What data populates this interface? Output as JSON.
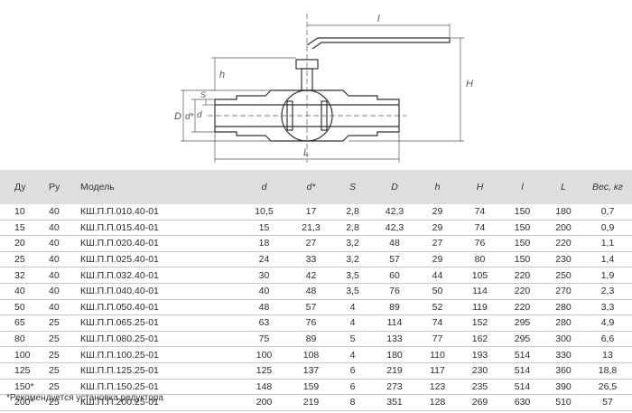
{
  "drawing": {
    "labels": {
      "l": "l",
      "H": "H",
      "h": "h",
      "D": "D",
      "d_star": "d*",
      "d": "d",
      "S": "S",
      "L": "L"
    }
  },
  "table": {
    "headers": [
      "Ду",
      "Ру",
      "Модель",
      "d",
      "d*",
      "S",
      "D",
      "h",
      "H",
      "l",
      "L",
      "Вес, кг"
    ],
    "rows": [
      [
        "10",
        "40",
        "КШ.П.П.010.40-01",
        "10,5",
        "17",
        "2,8",
        "42,3",
        "29",
        "74",
        "150",
        "180",
        "0,7"
      ],
      [
        "15",
        "40",
        "КШ.П.П.015.40-01",
        "15",
        "21,3",
        "2,8",
        "42,3",
        "29",
        "74",
        "150",
        "200",
        "0,9"
      ],
      [
        "20",
        "40",
        "КШ.П.П.020.40-01",
        "18",
        "27",
        "3,2",
        "48",
        "27",
        "76",
        "150",
        "220",
        "1,1"
      ],
      [
        "25",
        "40",
        "КШ.П.П.025.40-01",
        "24",
        "33",
        "3,2",
        "57",
        "29",
        "80",
        "150",
        "230",
        "1,4"
      ],
      [
        "32",
        "40",
        "КШ.П.П.032.40-01",
        "30",
        "42",
        "3,5",
        "60",
        "44",
        "105",
        "220",
        "250",
        "1,9"
      ],
      [
        "40",
        "40",
        "КШ.П.П.040.40-01",
        "40",
        "48",
        "3,5",
        "76",
        "50",
        "114",
        "220",
        "270",
        "2,3"
      ],
      [
        "50",
        "40",
        "КШ.П.П.050.40-01",
        "48",
        "57",
        "4",
        "89",
        "52",
        "119",
        "220",
        "280",
        "3,3"
      ],
      [
        "65",
        "25",
        "КШ.П.П.065.25-01",
        "63",
        "76",
        "4",
        "114",
        "74",
        "152",
        "295",
        "280",
        "4,9"
      ],
      [
        "80",
        "25",
        "КШ.П.П.080.25-01",
        "75",
        "89",
        "5",
        "133",
        "77",
        "162",
        "295",
        "300",
        "6,6"
      ],
      [
        "100",
        "25",
        "КШ.П.П.100.25-01",
        "100",
        "108",
        "4",
        "180",
        "110",
        "193",
        "514",
        "330",
        "13"
      ],
      [
        "125",
        "25",
        "КШ.П.П.125.25-01",
        "125",
        "137",
        "6",
        "219",
        "117",
        "230",
        "514",
        "360",
        "18,8"
      ],
      [
        "150*",
        "25",
        "КШ.П.П.150.25-01",
        "148",
        "159",
        "6",
        "273",
        "123",
        "235",
        "514",
        "390",
        "26,5"
      ],
      [
        "200*",
        "25",
        "КШ.П.П.200.25-01",
        "200",
        "219",
        "8",
        "351",
        "128",
        "269",
        "630",
        "510",
        "57"
      ]
    ]
  },
  "footnote": "*Рекомендуется установка редуктора"
}
